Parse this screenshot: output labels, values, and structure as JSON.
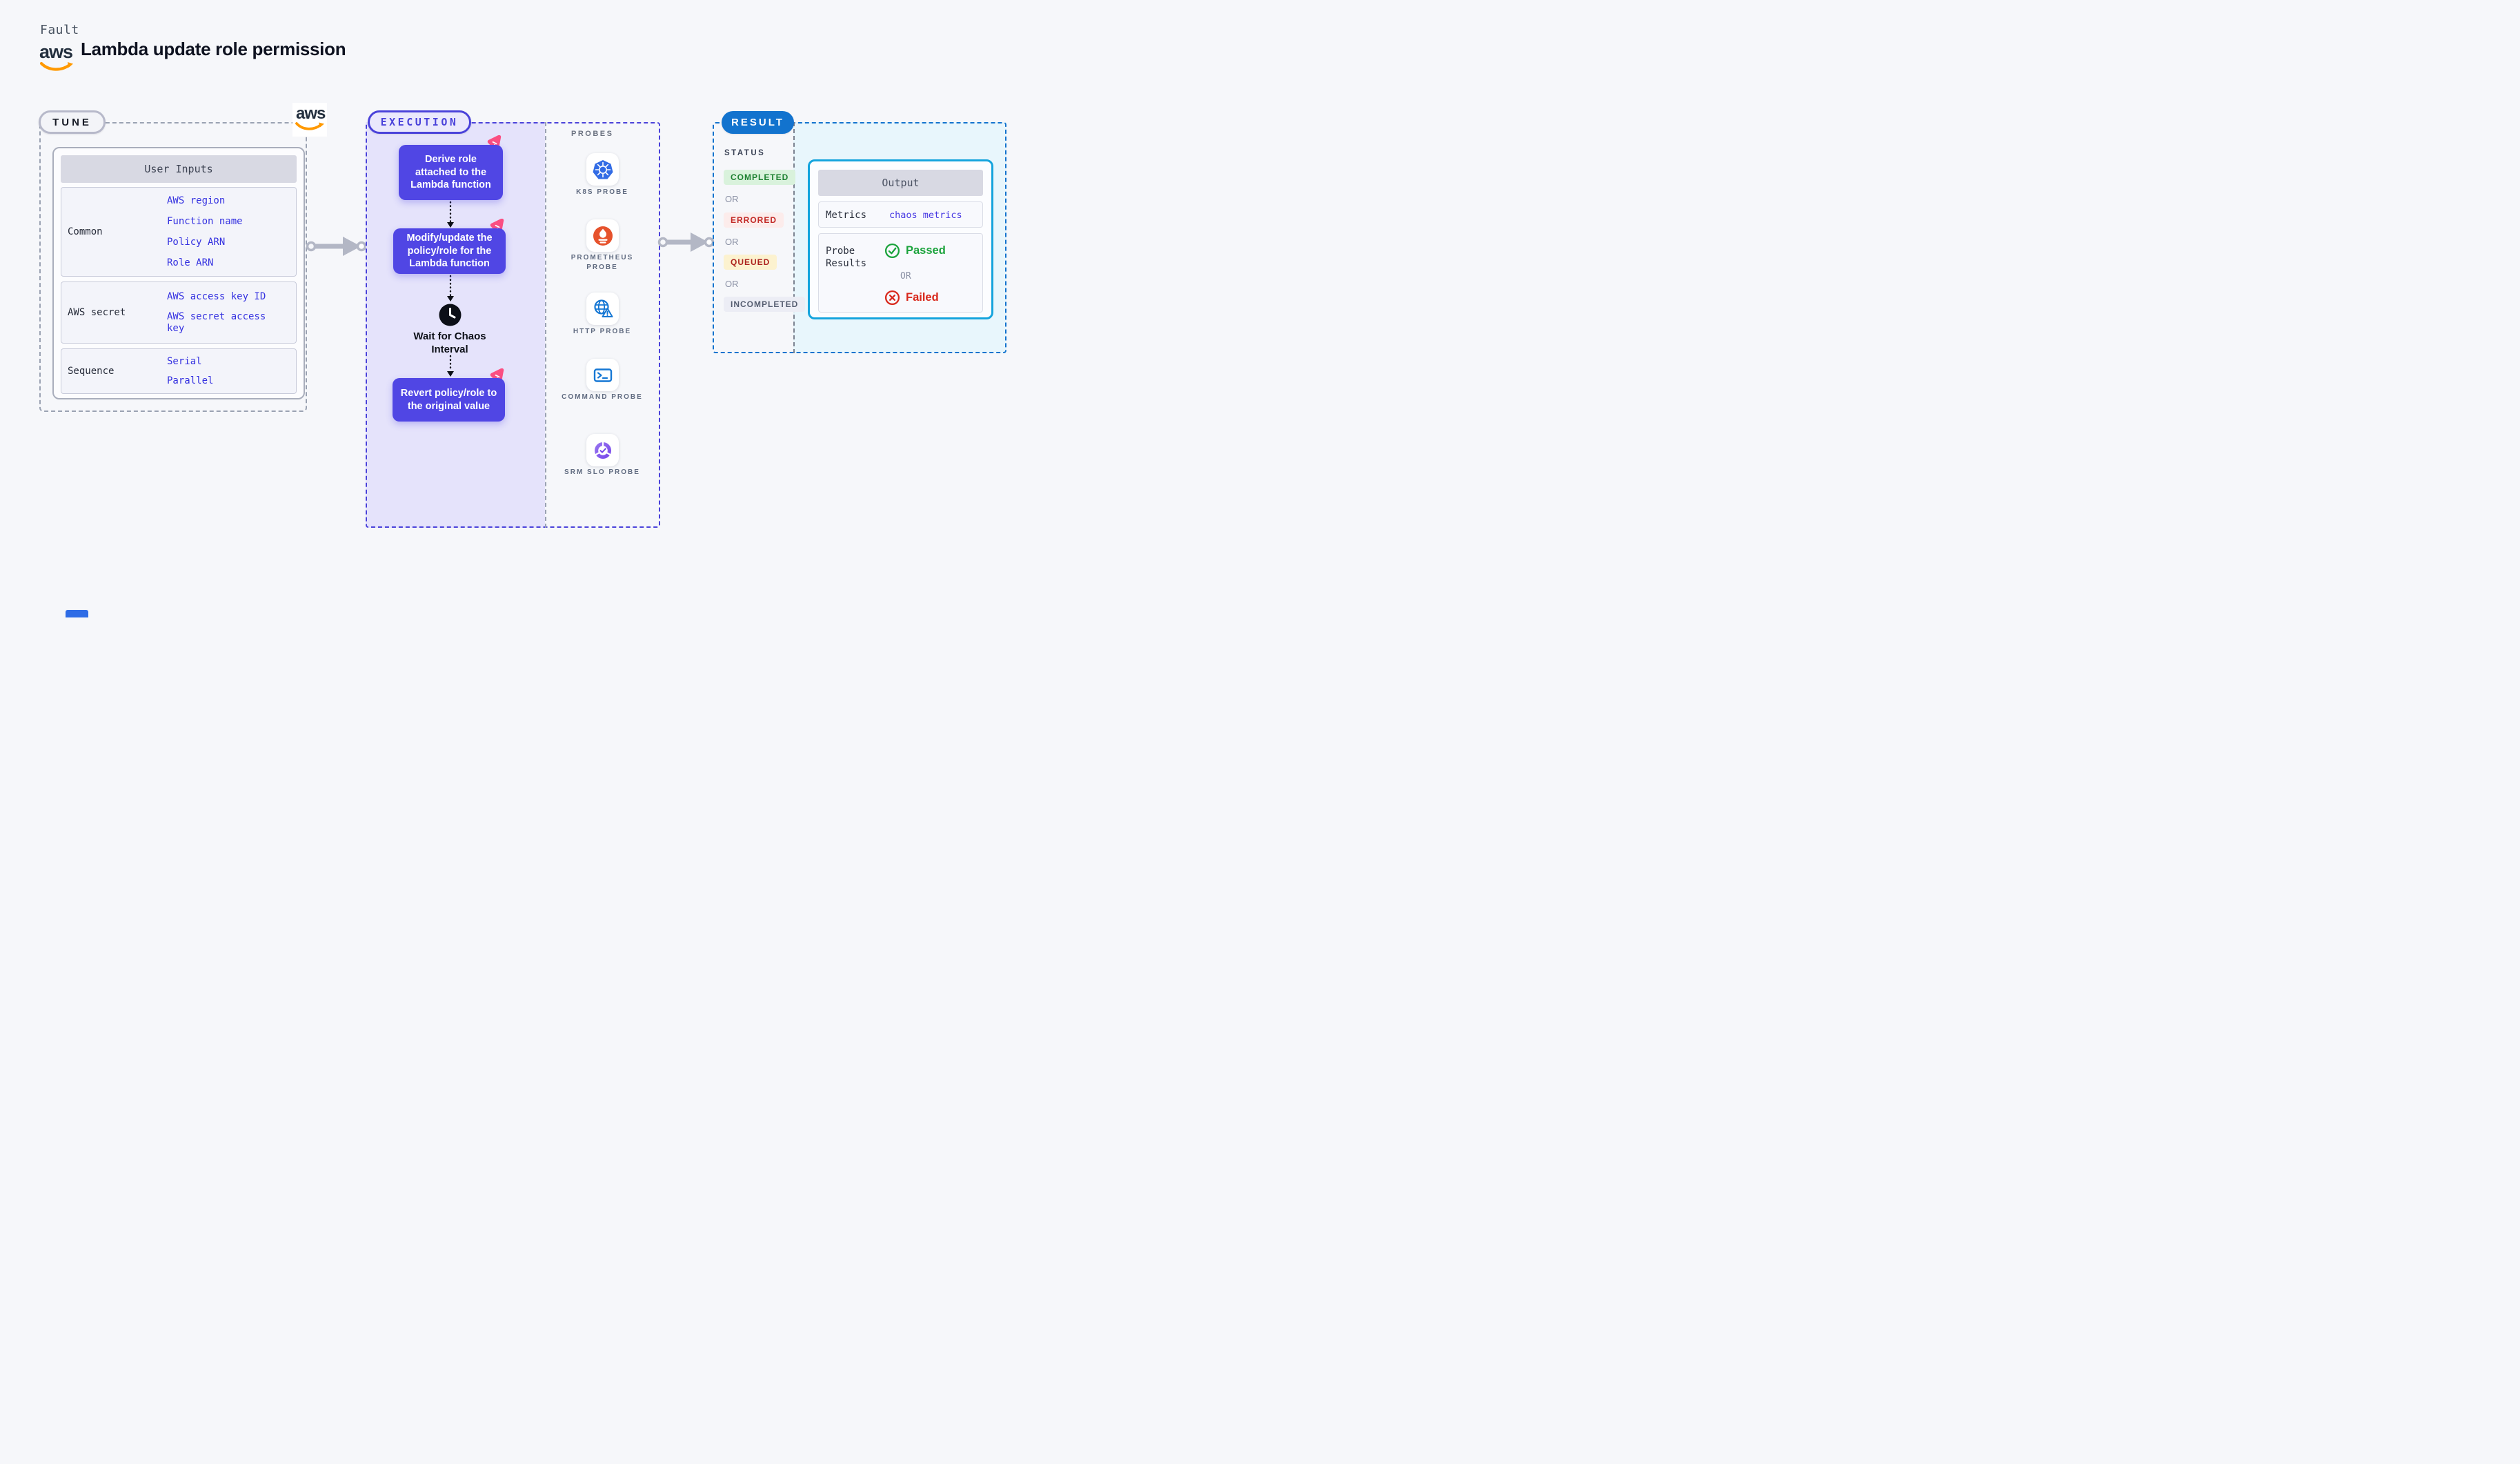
{
  "header": {
    "kicker": "Fault",
    "title": "Lambda update role permission",
    "aws_wordmark": "aws"
  },
  "tune": {
    "label": "TUNE",
    "card": {
      "header": "User Inputs",
      "rows": [
        {
          "label": "Common",
          "links": [
            "AWS region",
            "Function name",
            "Policy ARN",
            "Role ARN"
          ]
        },
        {
          "label": "AWS secret",
          "links": [
            "AWS access key ID",
            "AWS secret access key"
          ]
        },
        {
          "label": "Sequence",
          "links": [
            "Serial",
            "Parallel"
          ]
        }
      ]
    }
  },
  "execution": {
    "label": "EXECUTION",
    "steps": [
      "Derive role attached to the Lambda function",
      "Modify/update the policy/role for the Lambda function",
      "Revert policy/role to the original value"
    ],
    "wait_label": "Wait for Chaos Interval"
  },
  "probes": {
    "title": "PROBES",
    "items": [
      {
        "name": "K8S PROBE",
        "icon": "kubernetes-icon"
      },
      {
        "name": "PROMETHEUS PROBE",
        "icon": "prometheus-icon"
      },
      {
        "name": "HTTP PROBE",
        "icon": "globe-alert-icon"
      },
      {
        "name": "COMMAND PROBE",
        "icon": "terminal-icon"
      },
      {
        "name": "SRM SLO PROBE",
        "icon": "slo-gauge-icon"
      }
    ]
  },
  "result": {
    "label": "RESULT",
    "status": {
      "title": "STATUS",
      "or_label": "OR",
      "badges": [
        "COMPLETED",
        "ERRORED",
        "QUEUED",
        "INCOMPLETED"
      ]
    },
    "output": {
      "title": "Output",
      "metrics_label": "Metrics",
      "metrics_value": "chaos metrics",
      "probe_results_label": "Probe Results",
      "passed_label": "Passed",
      "or_label": "OR",
      "failed_label": "Failed"
    }
  },
  "colors": {
    "page_bg": "#f6f7fa",
    "indigo_accent": "#4a42da",
    "step_box": "#5046e4",
    "lavender_bg": "#e5e3fb",
    "result_blue": "#1273ce",
    "output_cyan_border": "#14a4dd",
    "cyan_bg": "#e8f6fc",
    "link_blue": "#3431e0",
    "aws_orange": "#ff9900",
    "litmus_pink": "#fb4f82",
    "passed_green": "#1ba33c",
    "failed_red": "#d8281c",
    "completed_green": "#1d8031",
    "queued_yellow_bg": "#fcf2cf",
    "arrow_gray": "#b3b7c5"
  }
}
